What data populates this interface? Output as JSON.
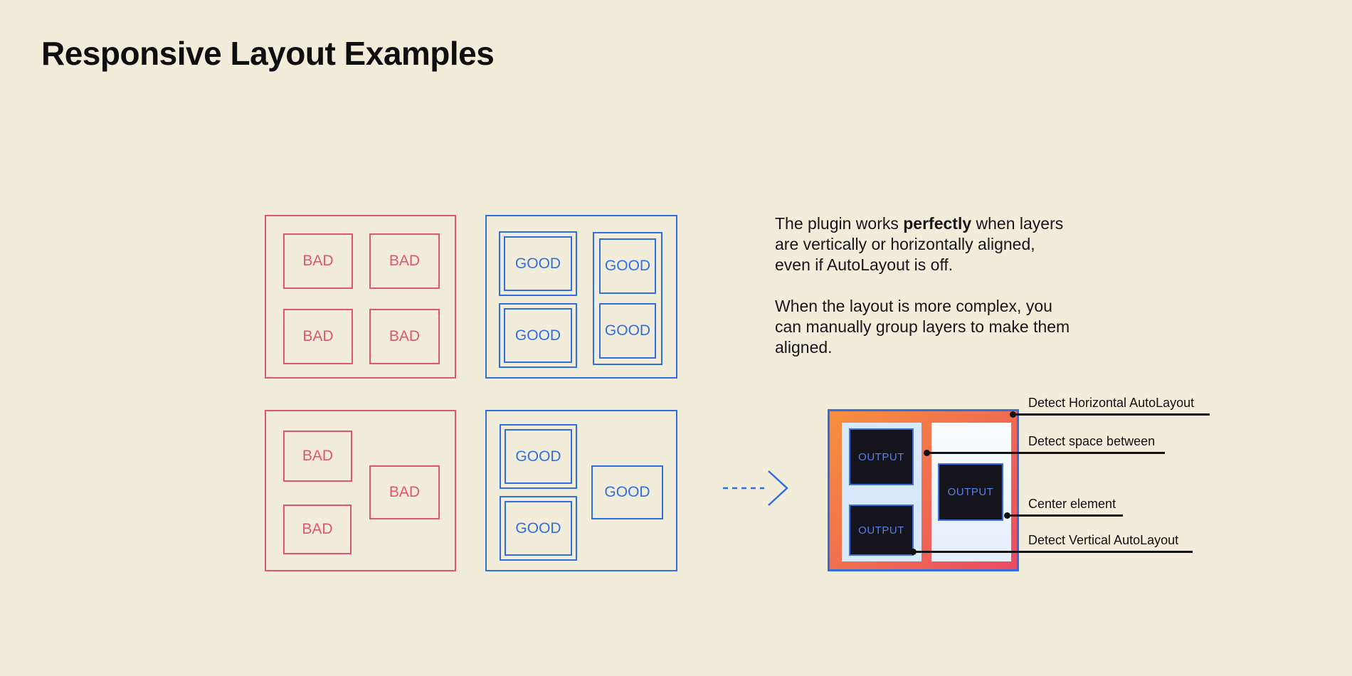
{
  "page": {
    "title": "Responsive Layout Examples"
  },
  "labels": {
    "bad": "BAD",
    "good": "GOOD",
    "output": "OUTPUT"
  },
  "description": {
    "p1a": "The plugin works ",
    "p1b": "perfectly",
    "p1c": " when layers are vertically or horizontally aligned, even if AutoLayout is off.",
    "p2": "When the layout is more complex, you can manually group layers to make them aligned."
  },
  "annotations": [
    {
      "label": "Detect Horizontal AutoLayout"
    },
    {
      "label": "Detect space between"
    },
    {
      "label": "Center element"
    },
    {
      "label": "Detect Vertical AutoLayout"
    }
  ],
  "colors": {
    "background": "#f2ecda",
    "bad_red": "#e4556b",
    "good_blue": "#2f6fe3",
    "result_gradient_start": "#f6903c",
    "result_gradient_end": "#ec4b63",
    "panel_light_blue": "#d7e9fc",
    "output_background": "#15141c",
    "output_text_blue": "#4f82ea",
    "annotation_black": "#101010"
  }
}
